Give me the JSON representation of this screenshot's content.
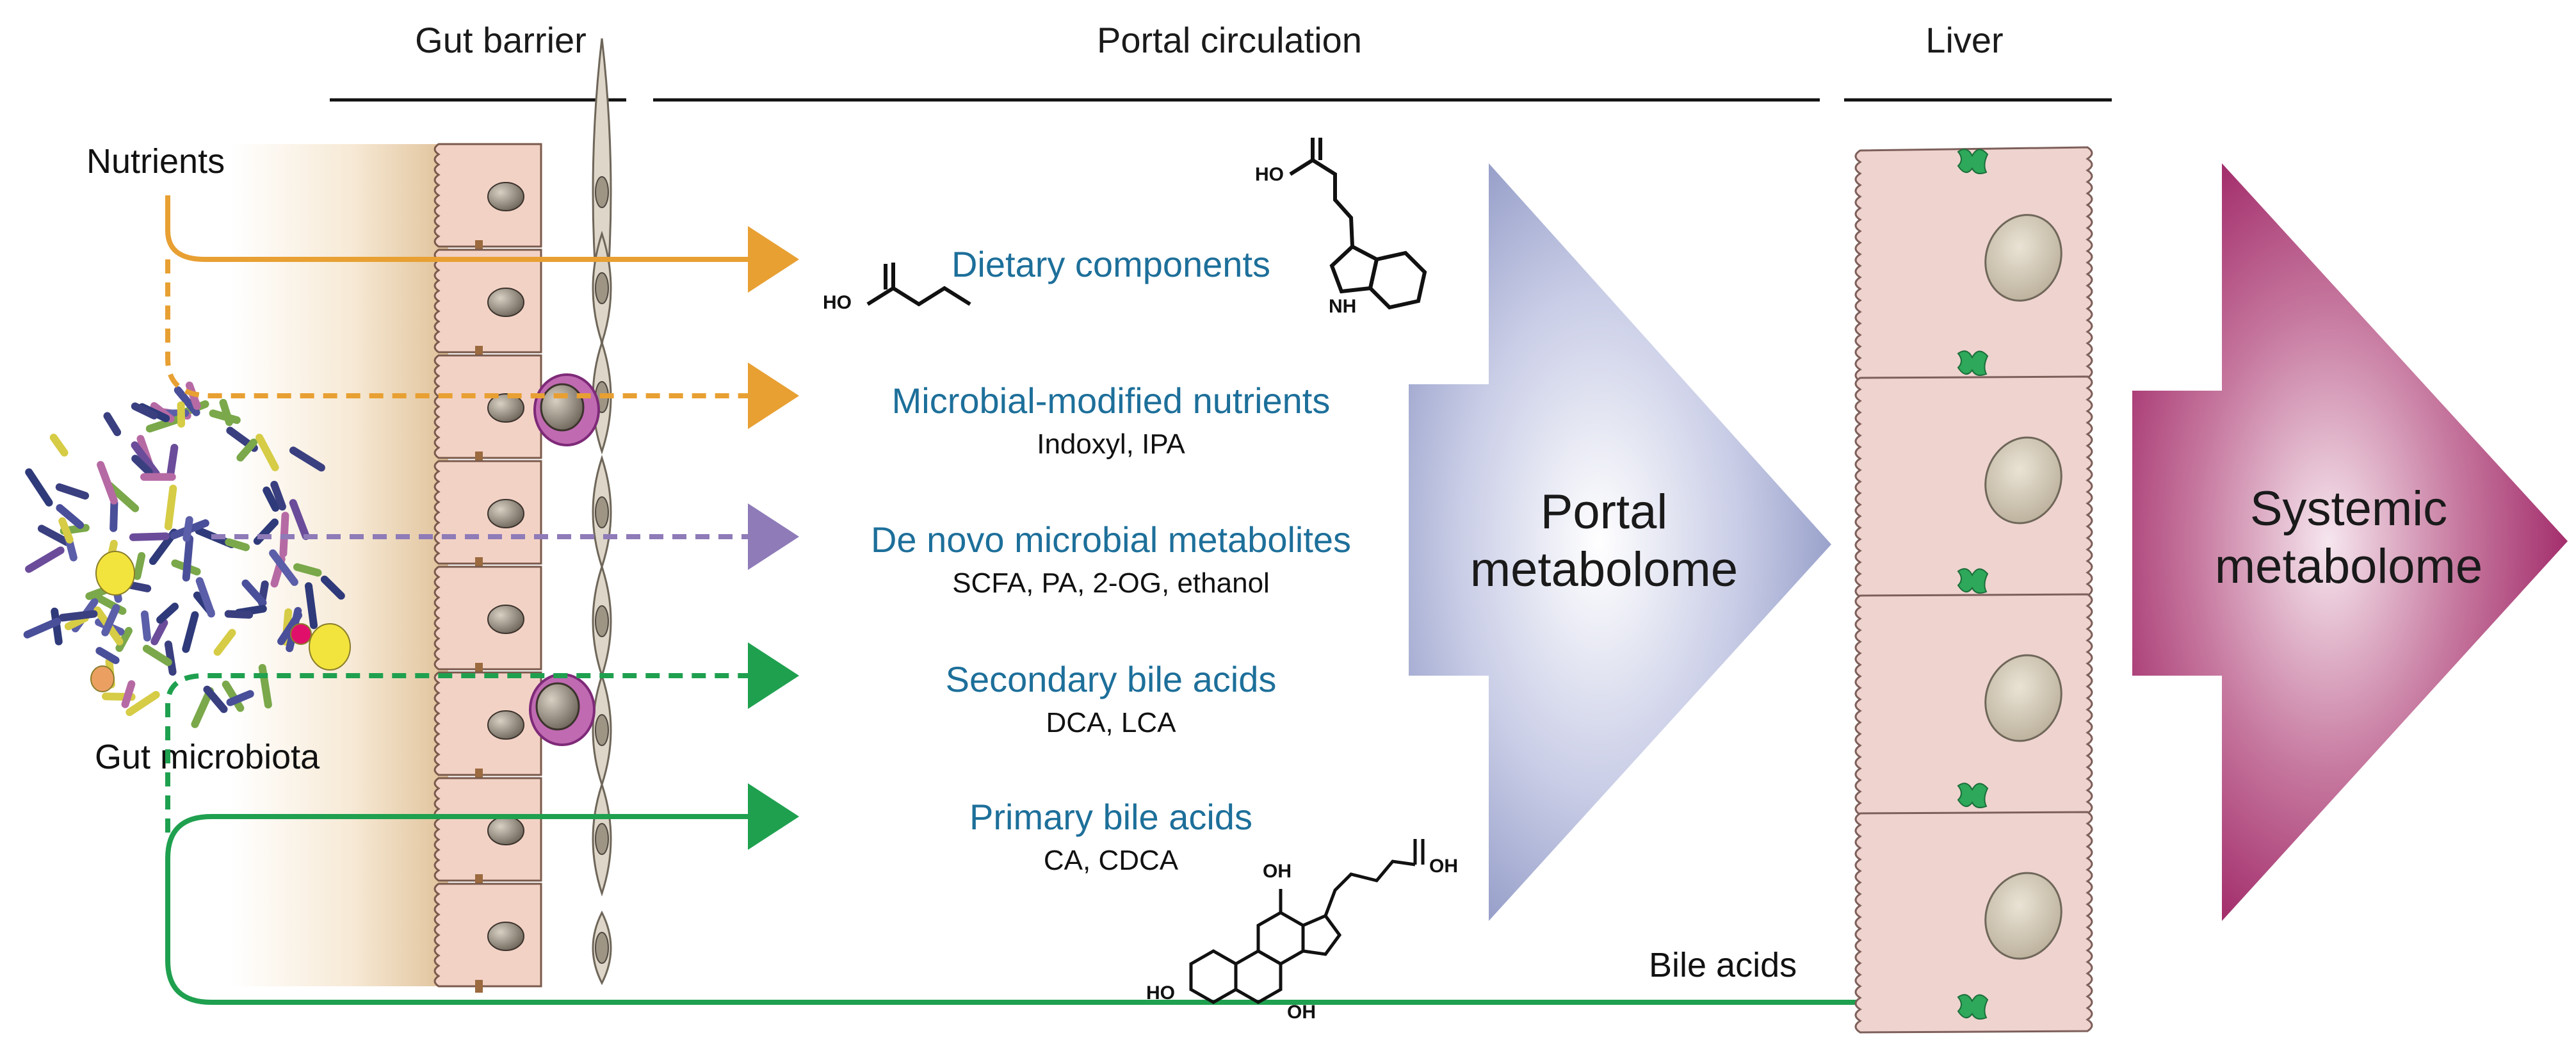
{
  "headers": {
    "gut_barrier": "Gut barrier",
    "portal_circulation": "Portal circulation",
    "liver": "Liver"
  },
  "labels": {
    "nutrients": "Nutrients",
    "gut_microbiota": "Gut microbiota",
    "bile_acids_return": "Bile acids"
  },
  "pathways": [
    {
      "title": "Dietary components",
      "detail": "",
      "color": "#e8a033",
      "style": "solid"
    },
    {
      "title": "Microbial-modified nutrients",
      "detail": "Indoxyl, IPA",
      "color": "#e8a033",
      "style": "dashed"
    },
    {
      "title": "De novo microbial metabolites",
      "detail": "SCFA, PA, 2-OG, ethanol",
      "color": "#8e7bb8",
      "style": "dashed"
    },
    {
      "title": "Secondary bile acids",
      "detail": "DCA, LCA",
      "color": "#1fa04f",
      "style": "dashed"
    },
    {
      "title": "Primary bile acids",
      "detail": "CA, CDCA",
      "color": "#1fa04f",
      "style": "solid"
    }
  ],
  "metabolomes": {
    "portal_line1": "Portal",
    "portal_line2": "metabolome",
    "systemic_line1": "Systemic",
    "systemic_line2": "metabolome"
  },
  "chem_labels": {
    "ho": "HO",
    "oh": "OH",
    "nh": "NH"
  },
  "colors": {
    "category_text": "#1d6f9a",
    "orange": "#e8a033",
    "purple": "#8e7bb8",
    "green": "#1fa04f",
    "portal_arrow": "#9aa3cc",
    "systemic_arrow": "#a52a6d"
  }
}
